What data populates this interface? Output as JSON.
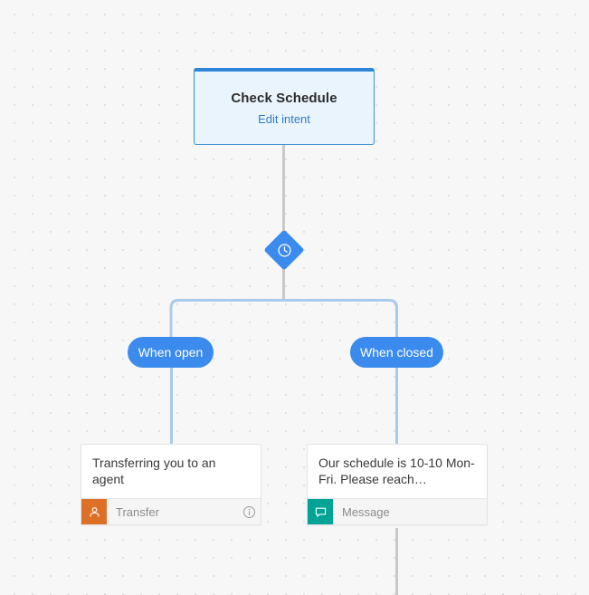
{
  "canvas": {
    "background_color": "#f7f7f8",
    "dot_color": "#dcdcdc",
    "accent_blue": "#3b8aee",
    "connector_gray": "#c9c9c9",
    "connector_blue": "#a9cbeb"
  },
  "intent_node": {
    "title": "Check Schedule",
    "edit_link": "Edit intent",
    "top_bar_color": "#2f86d6",
    "fill_color": "#eaf4fd",
    "link_color": "#2f7dc4"
  },
  "condition_node": {
    "icon": "clock-icon",
    "color": "#3b8aee"
  },
  "branches": [
    {
      "pill_label": "When open",
      "pill_color": "#3b8aee",
      "card": {
        "text": "Transferring you to an agent",
        "footer_label": "Transfer",
        "badge_icon": "user-icon",
        "badge_color": "#dd7026",
        "has_info_icon": true,
        "info_icon": "info-circle-icon"
      }
    },
    {
      "pill_label": "When closed",
      "pill_color": "#3b8aee",
      "card": {
        "text": "Our schedule is 10-10 Mon-Fri. Please reach…",
        "footer_label": "Message",
        "badge_icon": "speech-bubble-icon",
        "badge_color": "#00a396",
        "has_info_icon": false,
        "info_icon": ""
      }
    }
  ]
}
